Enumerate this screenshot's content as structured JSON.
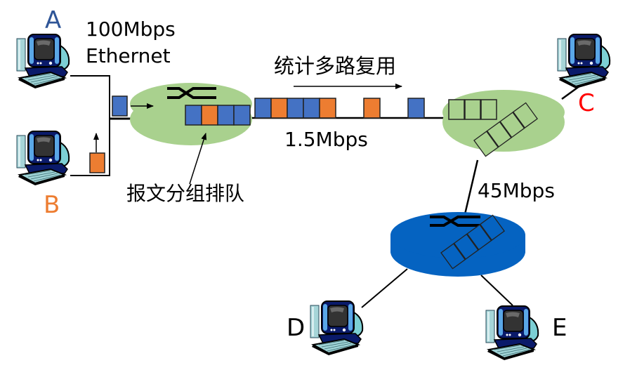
{
  "hosts": {
    "A": {
      "label": "A",
      "color": "#2f5597"
    },
    "B": {
      "label": "B",
      "color": "#ed7d31"
    },
    "C": {
      "label": "C",
      "color": "#ff0000"
    },
    "D": {
      "label": "D",
      "color": "#000000"
    },
    "E": {
      "label": "E",
      "color": "#000000"
    }
  },
  "links": {
    "ethernet_rate": "100Mbps",
    "ethernet_type": "Ethernet",
    "trunk_rate": "1.5Mbps",
    "lower_rate": "45Mbps"
  },
  "annotations": {
    "stat_mux": "统计多路复用",
    "packet_queue": "报文分组排队"
  },
  "colors": {
    "host_a_packet": "#4472c4",
    "host_b_packet": "#ed7d31",
    "router_green": "#a9d18e",
    "router_blue": "#0563c1"
  },
  "packets": {
    "incoming_A": "A",
    "incoming_B": "B",
    "router1_queue": [
      "A",
      "B",
      "A",
      "A"
    ],
    "trunk": [
      "A",
      "B",
      "A",
      "A",
      "B",
      "gap",
      "B",
      "gap",
      "A"
    ],
    "router2_queue_horizontal": 3,
    "router2_queue_diagonal": 4,
    "router3_queue_diagonal": 4
  }
}
